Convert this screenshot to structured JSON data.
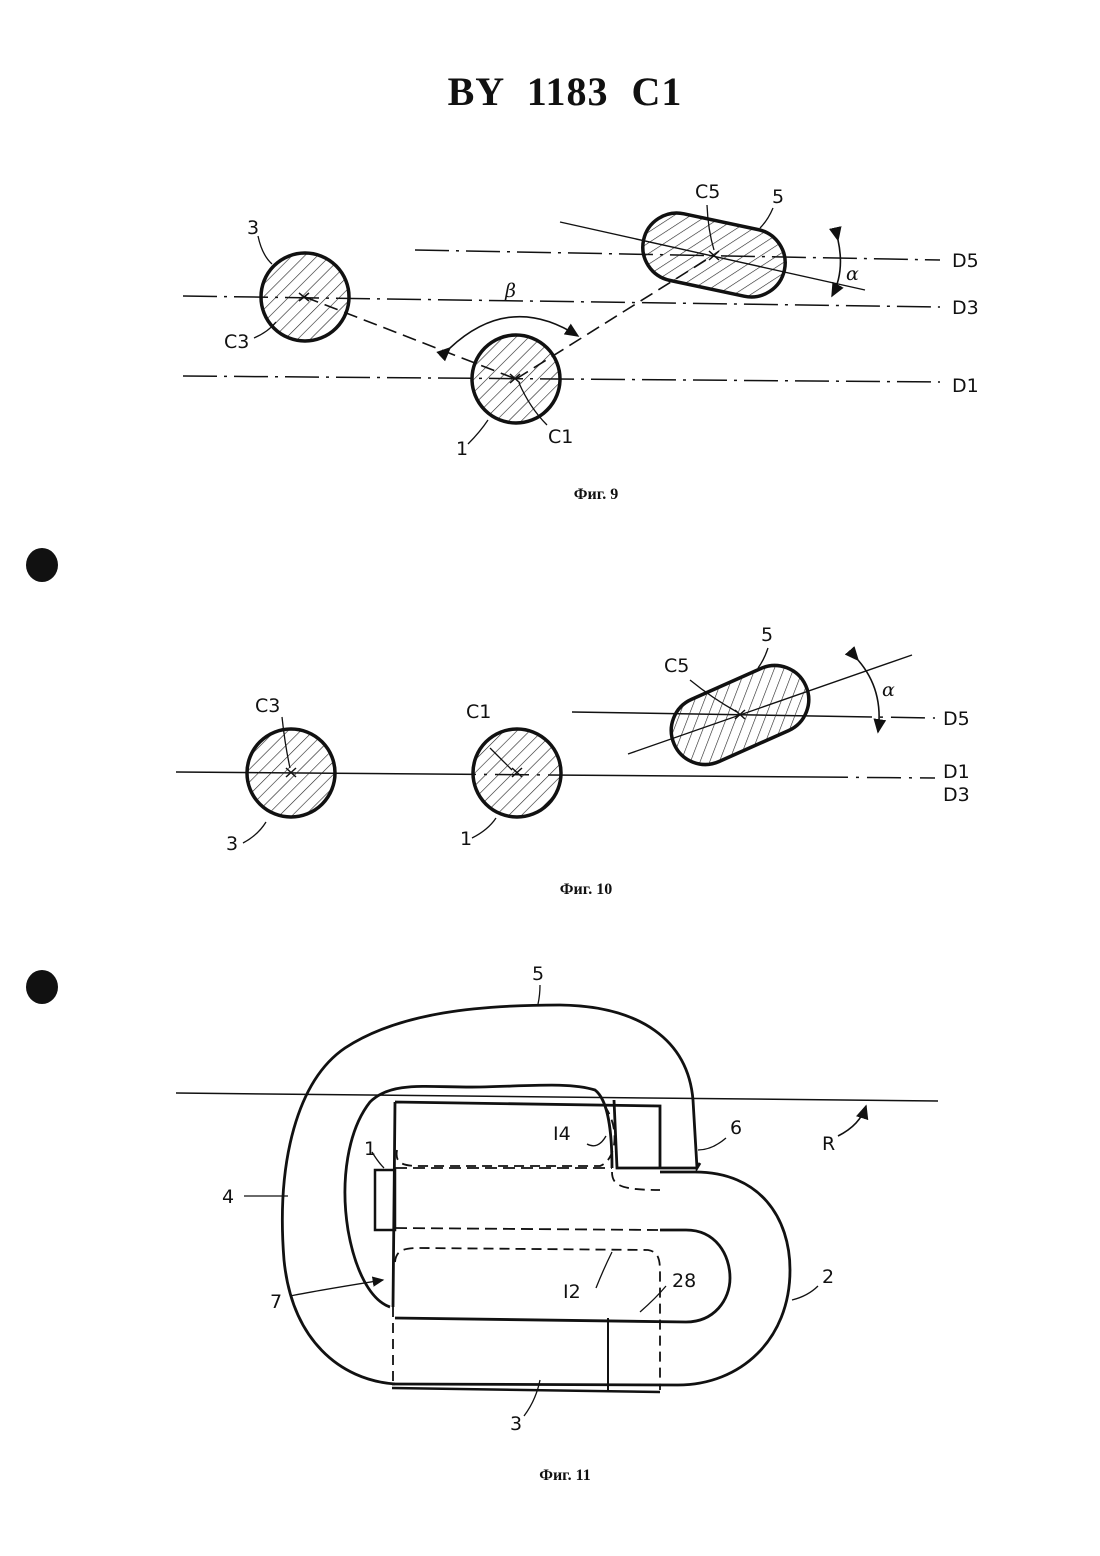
{
  "document": {
    "title": "BY 1183 C1"
  },
  "figures": [
    {
      "caption": "Фиг. 9",
      "labels": {
        "c5": "C5",
        "n5": "5",
        "n3": "3",
        "c3": "C3",
        "beta": "β",
        "alpha": "α",
        "d5": "D5",
        "d3": "D3",
        "d1": "D1",
        "n1": "1",
        "c1": "C1"
      }
    },
    {
      "caption": "Фиг. 10",
      "labels": {
        "c3": "C3",
        "c1": "C1",
        "c5": "C5",
        "n5": "5",
        "alpha": "α",
        "d5": "D5",
        "d1": "D1",
        "d3": "D3",
        "n3": "3",
        "n1": "1"
      }
    },
    {
      "caption": "Фиг. 11",
      "labels": {
        "n5": "5",
        "i4": "I4",
        "n6": "6",
        "r": "R",
        "n1": "1",
        "n4": "4",
        "i2": "I2",
        "n28": "28",
        "n2": "2",
        "n7": "7",
        "n3": "3"
      }
    }
  ]
}
